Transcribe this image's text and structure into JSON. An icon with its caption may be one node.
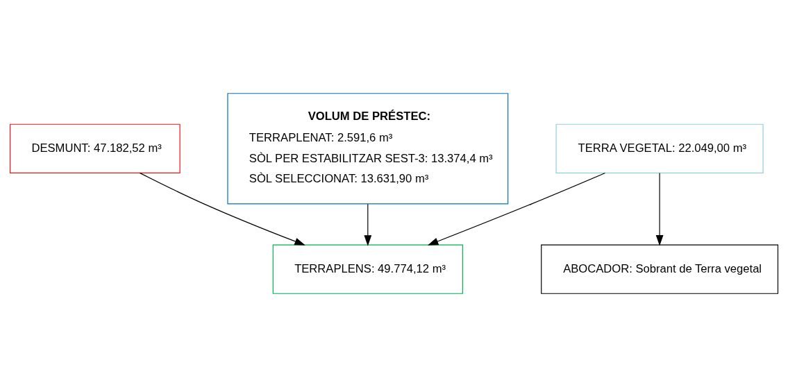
{
  "diagram": {
    "nodes": [
      {
        "text": [
          "DESMUNT: 47.182,52 m³"
        ]
      },
      {
        "text": [
          "TERRA VEGETAL: 22.049,00 m³"
        ]
      },
      {
        "text": [
          "ABOCADOR: Sobrant de Terra vegetal"
        ]
      },
      {
        "text": [
          "TERRAPLENS: 49.774,12 m³"
        ]
      },
      {
        "text": [
          "VOLUM DE PRÉSTEC:",
          "TERRAPLENAT: 2.591,6 m³",
          "SÒL PER ESTABILITZAR SEST-3: 13.374,4 m³",
          "SÒL SELECCIONAT: 13.631,90 m³"
        ]
      }
    ],
    "edges": [
      {
        "from": 0,
        "to": 3,
        "arrow": "to"
      },
      {
        "from": 1,
        "to": 3,
        "arrow": "to"
      },
      {
        "from": 1,
        "to": 2,
        "arrow": "to"
      },
      {
        "from": 4,
        "to": 3,
        "arrow": "to"
      }
    ]
  }
}
